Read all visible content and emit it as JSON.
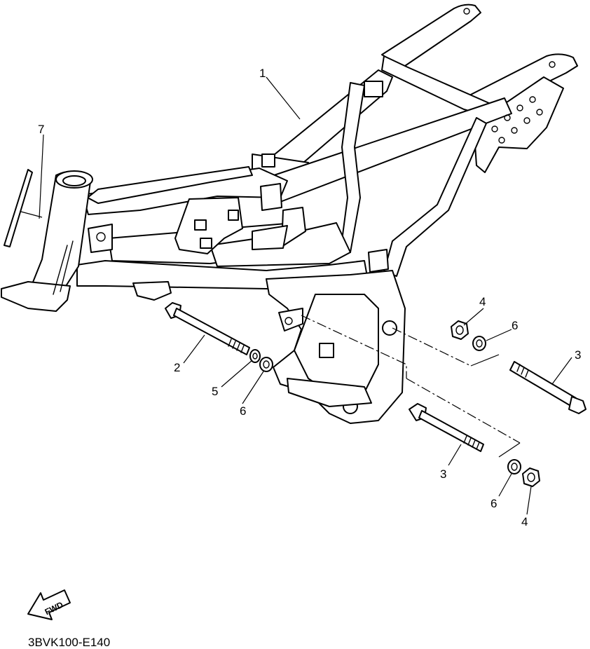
{
  "diagram_code": "3BVK100-E140",
  "fwd_label": "FWD",
  "callouts": [
    {
      "id": "c1",
      "label": "1"
    },
    {
      "id": "c7",
      "label": "7"
    },
    {
      "id": "c2",
      "label": "2"
    },
    {
      "id": "c5",
      "label": "5"
    },
    {
      "id": "c6a",
      "label": "6"
    },
    {
      "id": "c4a",
      "label": "4"
    },
    {
      "id": "c6b",
      "label": "6"
    },
    {
      "id": "c3a",
      "label": "3"
    },
    {
      "id": "c3b",
      "label": "3"
    },
    {
      "id": "c6c",
      "label": "6"
    },
    {
      "id": "c4b",
      "label": "4"
    }
  ]
}
